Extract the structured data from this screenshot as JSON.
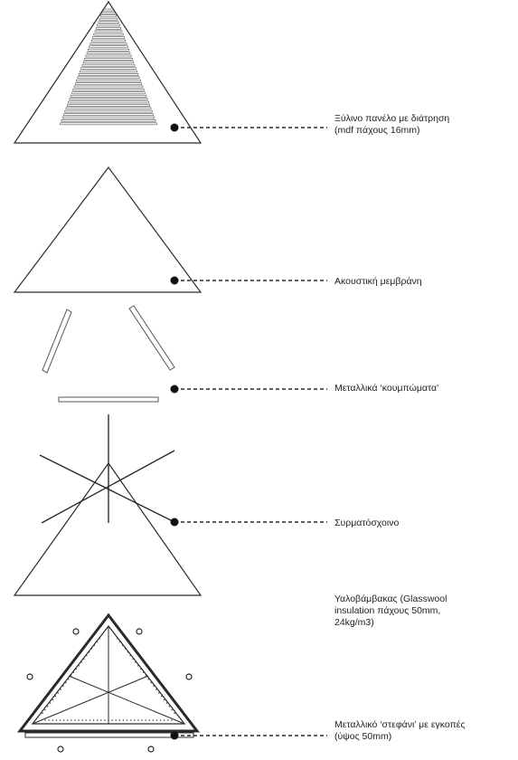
{
  "labels": [
    "Ξύλινο πανέλο με διάτρηση\n(mdf πάχους 16mm)",
    "Ακουστική μεμβράνη",
    "Μεταλλικά ‘κουμπώματα’",
    "Συρματόσχοινο",
    "Υαλοβάμβακας (Glasswool\ninsulation πάχους  50mm,\n24kg/m3)",
    "Μεταλλικό ‘στεφάνι’ με εγκοπές\n(ύψος 50mm)"
  ],
  "colors": {
    "line": "#2a2a2a",
    "light": "#8a8a8a"
  }
}
